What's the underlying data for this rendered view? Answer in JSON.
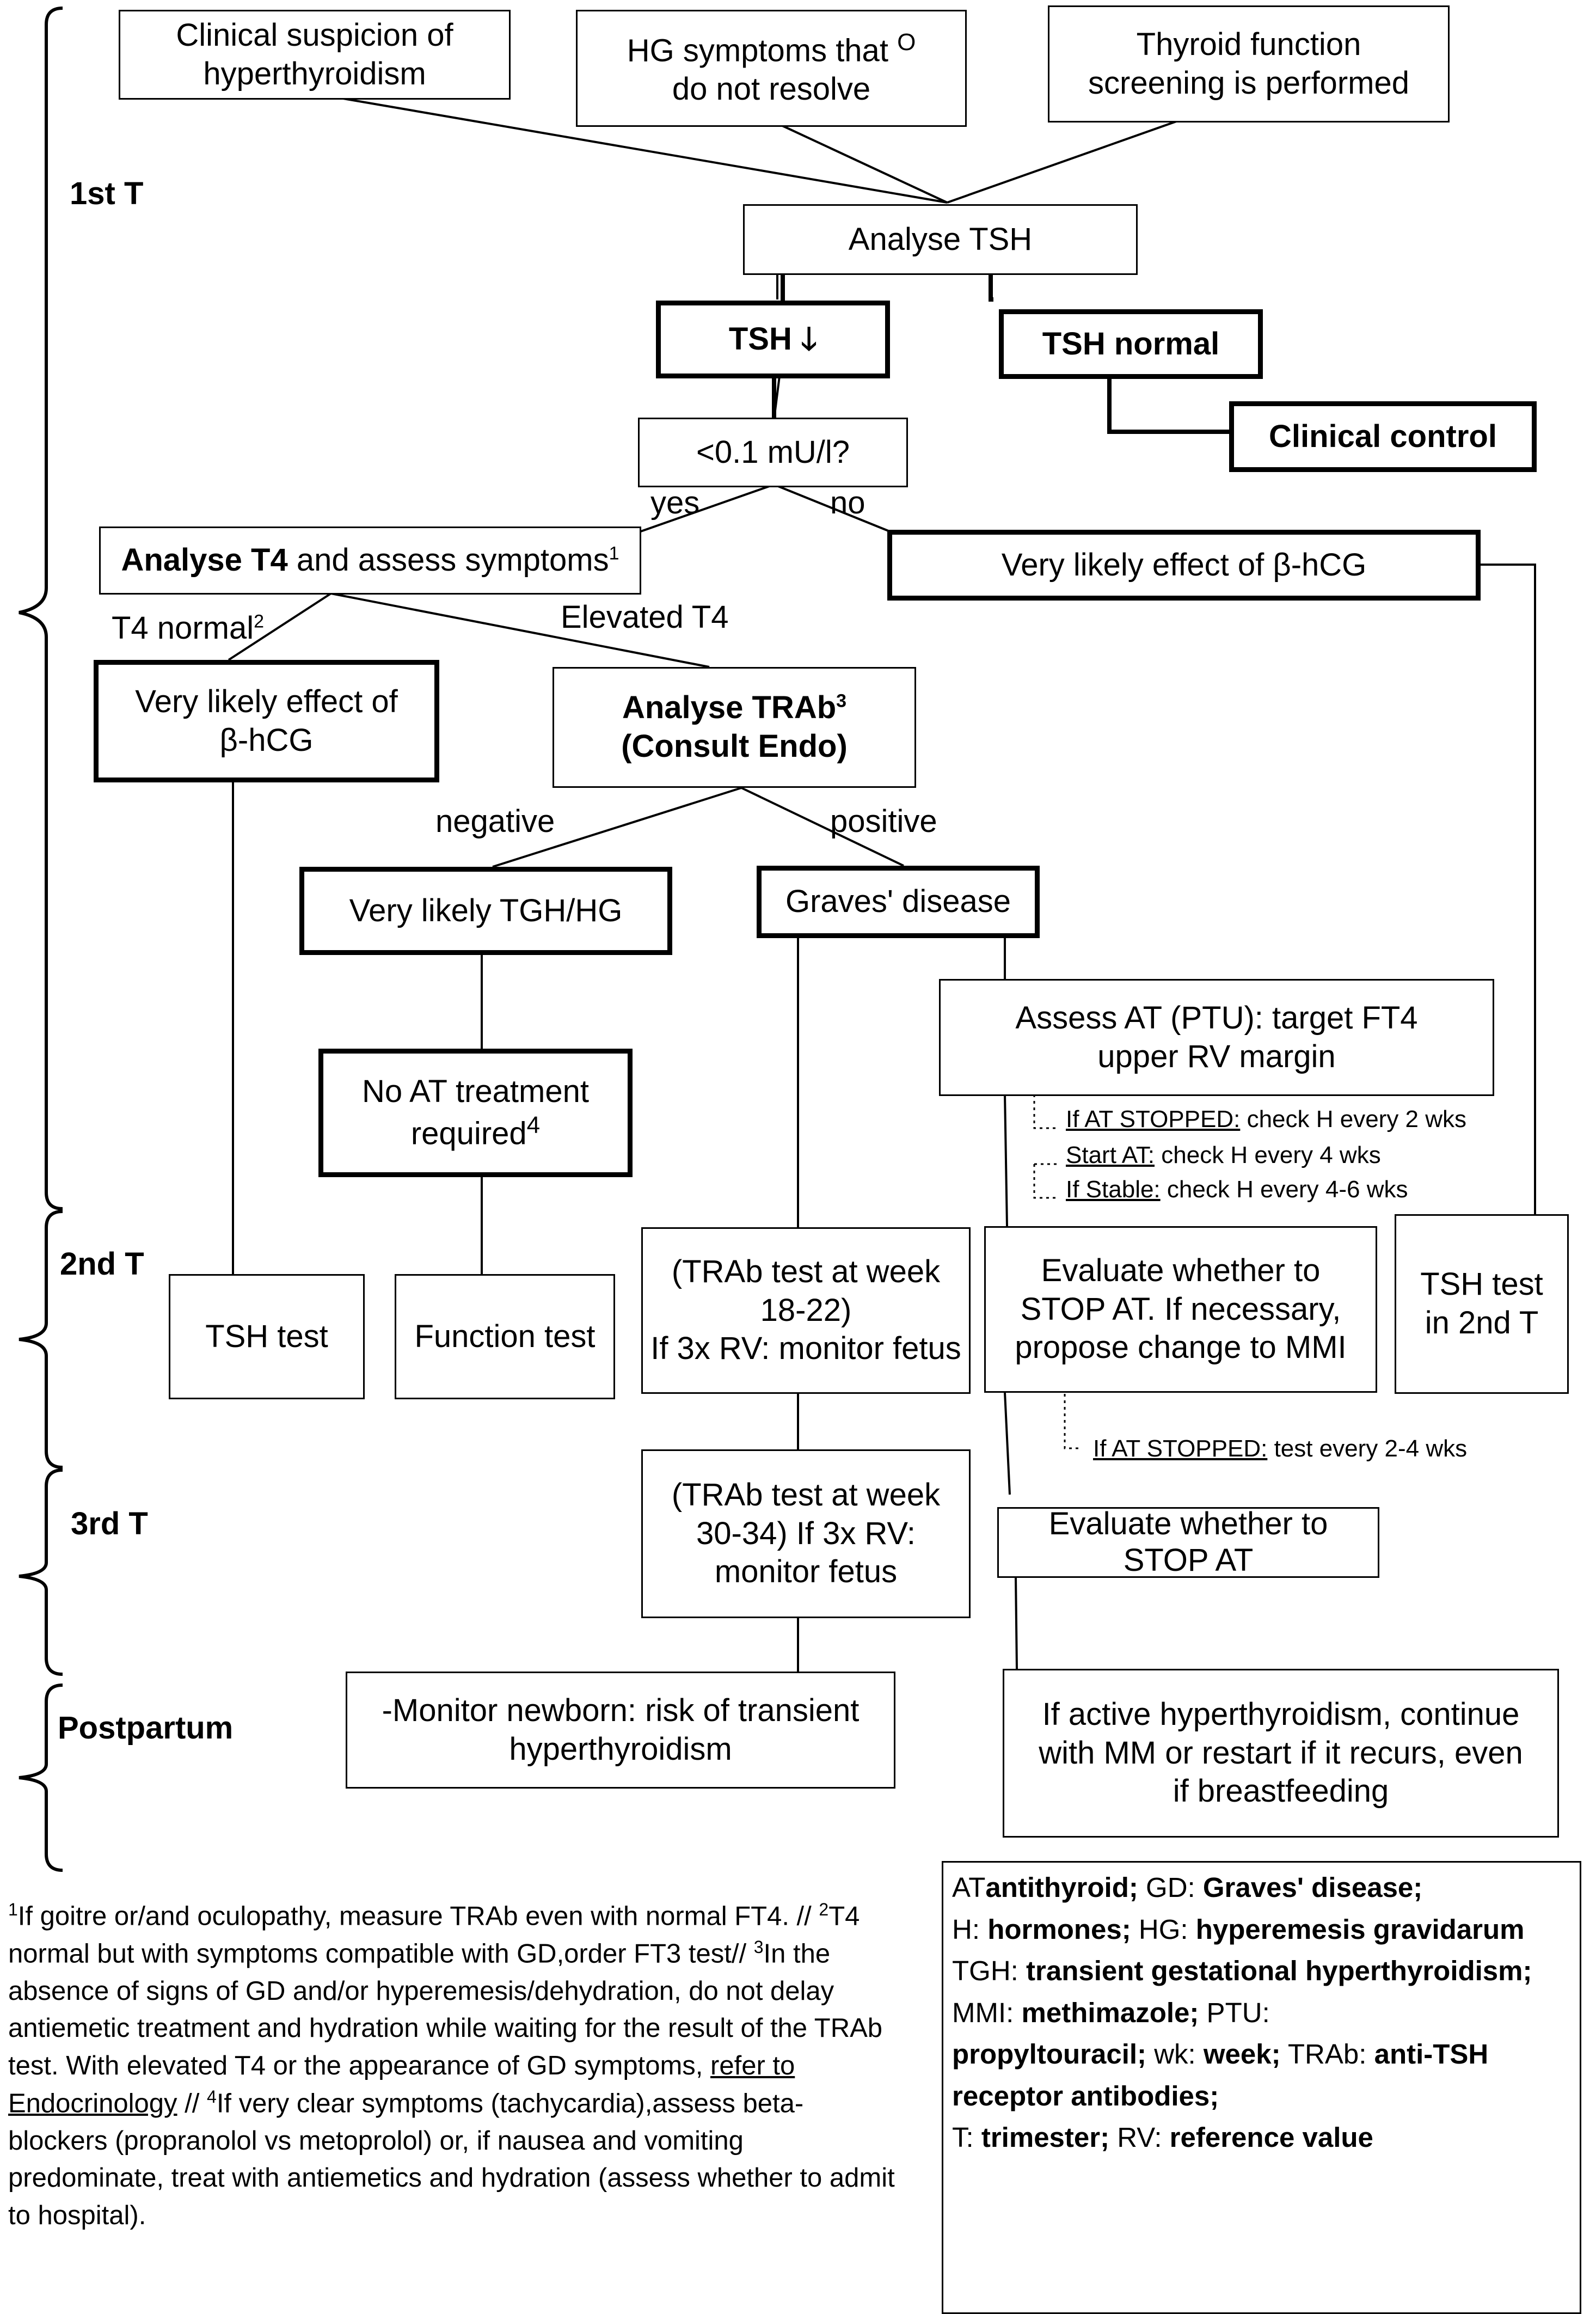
{
  "trimesters": {
    "t1": "1st T",
    "t2": "2nd T",
    "t3": "3rd T",
    "pp": "Postpartum"
  },
  "boxes": {
    "clinical_suspicion": "Clinical suspicion of hyperthyroidism",
    "hg_symptoms": "HG symptoms that",
    "hg_symptoms_o": "O",
    "hg_symptoms_2": "do not resolve",
    "thyroid_screening": "Thyroid function screening is performed",
    "analyse_tsh": "Analyse TSH",
    "tsh_low": "TSH",
    "tsh_low_arrow": "🡓",
    "tsh_normal": "TSH normal",
    "clinical_control": "Clinical control",
    "threshold": "<0.1 mU/l?",
    "analyse_t4_bold": "Analyse T4",
    "analyse_t4_rest": " and assess symptoms",
    "analyse_t4_sup": "1",
    "likely_bhcg_right": "Very likely effect of β-hCG",
    "likely_bhcg_left": "Very likely effect of β-hCG",
    "analyse_trab_1": "Analyse TRAb",
    "analyse_trab_sup": "3",
    "analyse_trab_2": "(Consult Endo)",
    "likely_tgh": "Very likely TGH/HG",
    "graves": "Graves' disease",
    "assess_at": "Assess AT (PTU): target FT4 upper RV margin",
    "no_at_1": "No AT treatment",
    "no_at_2": "required",
    "no_at_sup": "4",
    "tsh_test": "TSH test",
    "function_test": "Function test",
    "trab_2nd_1": "(TRAb test at week",
    "trab_2nd_2": "18-22)",
    "trab_2nd_3": "If 3x RV: monitor fetus",
    "evaluate_stop": "Evaluate whether to STOP AT. If necessary, propose change to MMI",
    "tsh_test_2nd": "TSH test in 2nd T",
    "trab_3rd": "(TRAb test at week 30-34) If 3x RV: monitor fetus",
    "evaluate_stop_3rd": "Evaluate whether to STOP AT",
    "monitor_newborn": "-Monitor newborn: risk of transient hyperthyroidism",
    "active_hyper": "If active hyperthyroidism, continue with MM or restart if it recurs, even if breastfeeding"
  },
  "edges": {
    "yes": "yes",
    "no": "no",
    "t4_normal": "T4 normal",
    "t4_normal_sup": "2",
    "elevated_t4": "Elevated T4",
    "negative": "negative",
    "positive": "positive"
  },
  "monitoring": {
    "at_stopped_u": "If AT STOPPED:",
    "at_stopped_t": " check H every 2 wks",
    "start_at_u": "Start AT:",
    "start_at_t": " check H every 4 wks",
    "stable_u": "If Stable:",
    "stable_t": " check H every 4-6 wks",
    "stopped_3rd_u": "If AT STOPPED:",
    "stopped_3rd_t": " test every 2-4 wks"
  },
  "footnotes": {
    "s1": "1",
    "f1": "If goitre or/and oculopathy, measure TRAb even with normal FT4. // ",
    "s2": "2",
    "f2": "T4 normal but with symptoms compatible with GD,order FT3 test// ",
    "s3": "3",
    "f3": "In the absence of signs of GD and/or hyperemesis/dehydration, do not delay antiemetic treatment and hydration while waiting for the result of the TRAb test. With elevated T4 or the appearance of GD symptoms, ",
    "f3_link": "refer to Endocrinology",
    "f3_end": " // ",
    "s4": "4",
    "f4": "If very clear symptoms (tachycardia),assess beta-blockers (propranolol vs metoprolol) or, if nausea and vomiting predominate, treat with antiemetics and hydration (assess whether to admit to hospital)."
  },
  "abbreviations": [
    {
      "abbr": "AT",
      "def": "antithyroid;"
    },
    {
      "abbr": " GD",
      "def": "Graves' disease;"
    },
    {
      "abbr": "H",
      "def": "hormones;"
    },
    {
      "abbr": " HG",
      "def": "hyperemesis gravidarum"
    },
    {
      "abbr": "TGH",
      "def": "transient gestational hyperthyroidism;"
    },
    {
      "abbr": "MMI",
      "def": "methimazole;"
    },
    {
      "abbr": " PTU",
      "def": ""
    },
    {
      "abbr": "",
      "def": "propyltouracil;"
    },
    {
      "abbr": " wk",
      "def": "week;"
    },
    {
      "abbr": " TRAb",
      "def": "anti-TSH receptor antibodies;"
    },
    {
      "abbr": "T",
      "def": "trimester;"
    },
    {
      "abbr": " RV",
      "def": "reference value"
    }
  ]
}
